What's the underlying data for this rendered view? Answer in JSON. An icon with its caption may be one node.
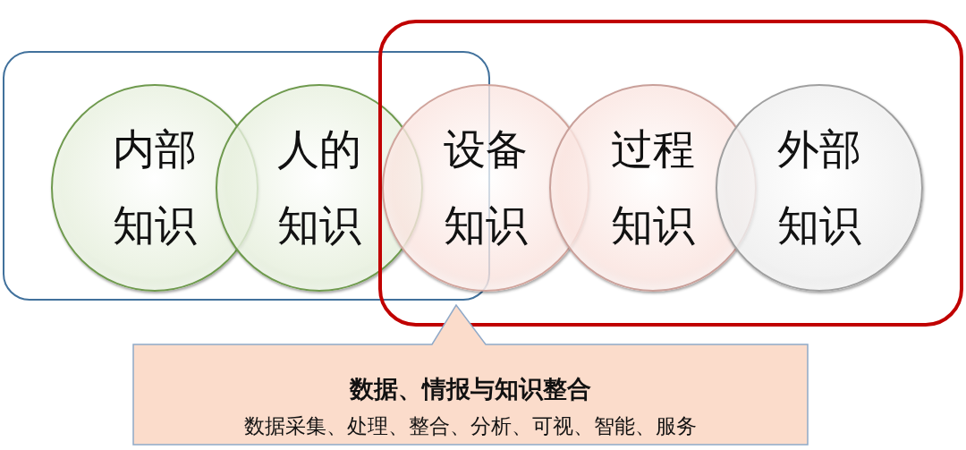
{
  "diagram": {
    "nodes": [
      {
        "text": [],
        "shape": "box"
      },
      {
        "text": [],
        "shape": "box"
      },
      {
        "text": [
          "内部知识"
        ],
        "in": 0
      },
      {
        "text": [
          "人的知识"
        ],
        "in": 0
      },
      {
        "text": [
          "设备知识"
        ],
        "in": 1
      },
      {
        "text": [
          "过程知识"
        ],
        "in": 1
      },
      {
        "text": [
          "外部知识"
        ],
        "in": 1
      },
      {
        "text": [
          "数据、情报与知识整合",
          "数据采集、处理、整合、分析、可视、智能、服务"
        ]
      }
    ],
    "edges": []
  }
}
